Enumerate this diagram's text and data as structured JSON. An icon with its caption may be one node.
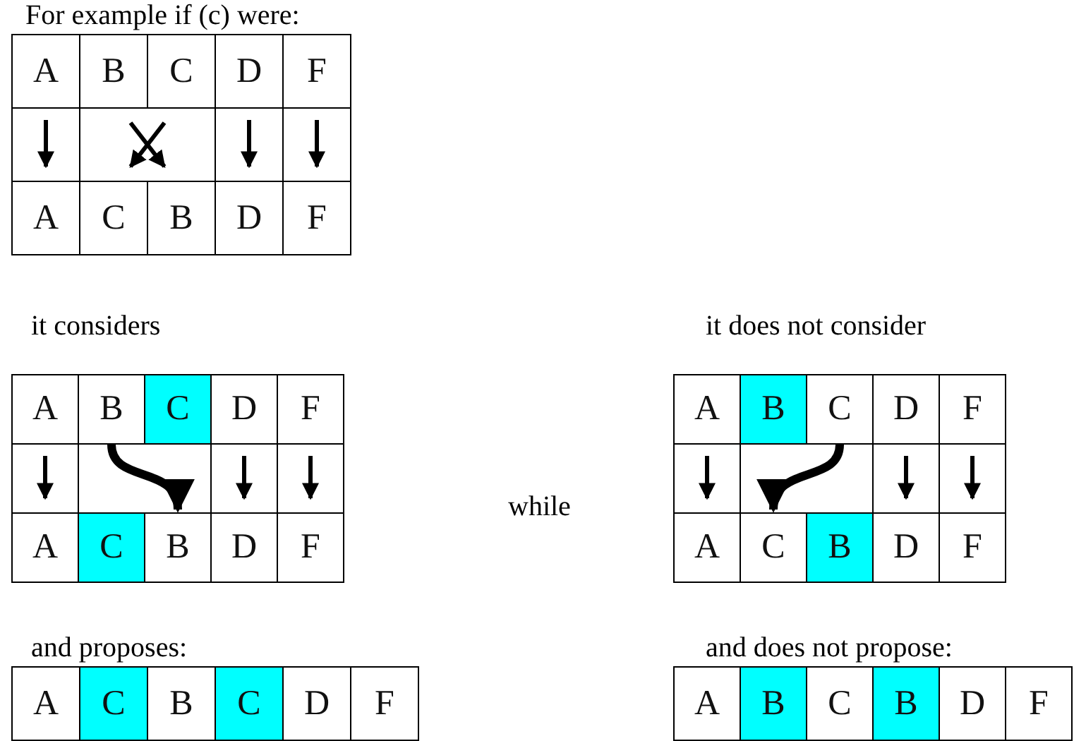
{
  "diagram": {
    "nodes": [
      {
        "text": [
          "A"
        ]
      },
      {
        "text": [
          "B"
        ]
      },
      {
        "text": [
          "C"
        ]
      },
      {
        "text": [
          "D"
        ]
      },
      {
        "text": [
          "F"
        ]
      },
      {
        "text": [
          "A"
        ]
      },
      {
        "text": [
          "C"
        ]
      },
      {
        "text": [
          "B"
        ]
      },
      {
        "text": [
          "D"
        ]
      },
      {
        "text": [
          "F"
        ]
      },
      {
        "text": [
          "A"
        ]
      },
      {
        "text": [
          "B"
        ]
      },
      {
        "text": [
          "C"
        ]
      },
      {
        "text": [
          "D"
        ]
      },
      {
        "text": [
          "F"
        ]
      },
      {
        "text": [
          "A"
        ]
      },
      {
        "text": [
          "C"
        ]
      },
      {
        "text": [
          "B"
        ]
      },
      {
        "text": [
          "D"
        ]
      },
      {
        "text": [
          "F"
        ]
      },
      {
        "text": [
          "A"
        ]
      },
      {
        "text": [
          "B"
        ]
      },
      {
        "text": [
          "C"
        ]
      },
      {
        "text": [
          "D"
        ]
      },
      {
        "text": [
          "F"
        ]
      },
      {
        "text": [
          "A"
        ]
      },
      {
        "text": [
          "C"
        ]
      },
      {
        "text": [
          "B"
        ]
      },
      {
        "text": [
          "D"
        ]
      },
      {
        "text": [
          "F"
        ]
      },
      {
        "text": [
          "A"
        ]
      },
      {
        "text": [
          "C"
        ]
      },
      {
        "text": [
          "B"
        ]
      },
      {
        "text": [
          "C"
        ]
      },
      {
        "text": [
          "D"
        ]
      },
      {
        "text": [
          "F"
        ]
      },
      {
        "text": [
          "A"
        ]
      },
      {
        "text": [
          "B"
        ]
      },
      {
        "text": [
          "C"
        ]
      },
      {
        "text": [
          "B"
        ]
      },
      {
        "text": [
          "D"
        ]
      },
      {
        "text": [
          "F"
        ]
      }
    ],
    "edges": [
      {
        "from": 0,
        "to": 5,
        "arrow": "to"
      },
      {
        "from": 1,
        "to": 7,
        "arrow": "to"
      },
      {
        "from": 2,
        "to": 6,
        "arrow": "to"
      },
      {
        "from": 3,
        "to": 8,
        "arrow": "to"
      },
      {
        "from": 4,
        "to": 9,
        "arrow": "to"
      },
      {
        "from": 10,
        "to": 15,
        "arrow": "to"
      },
      {
        "from": 11,
        "to": 17,
        "arrow": "to",
        "style": "thick"
      },
      {
        "from": 13,
        "to": 18,
        "arrow": "to"
      },
      {
        "from": 14,
        "to": 19,
        "arrow": "to"
      },
      {
        "from": 20,
        "to": 25,
        "arrow": "to"
      },
      {
        "from": 22,
        "to": 26,
        "arrow": "to",
        "style": "thick"
      },
      {
        "from": 23,
        "to": 28,
        "arrow": "to"
      },
      {
        "from": 24,
        "to": 29,
        "arrow": "to"
      }
    ],
    "labels": [
      "For example if (c) were:",
      "it considers",
      "it does not consider",
      "while",
      "and proposes:",
      "and does not propose:"
    ]
  }
}
